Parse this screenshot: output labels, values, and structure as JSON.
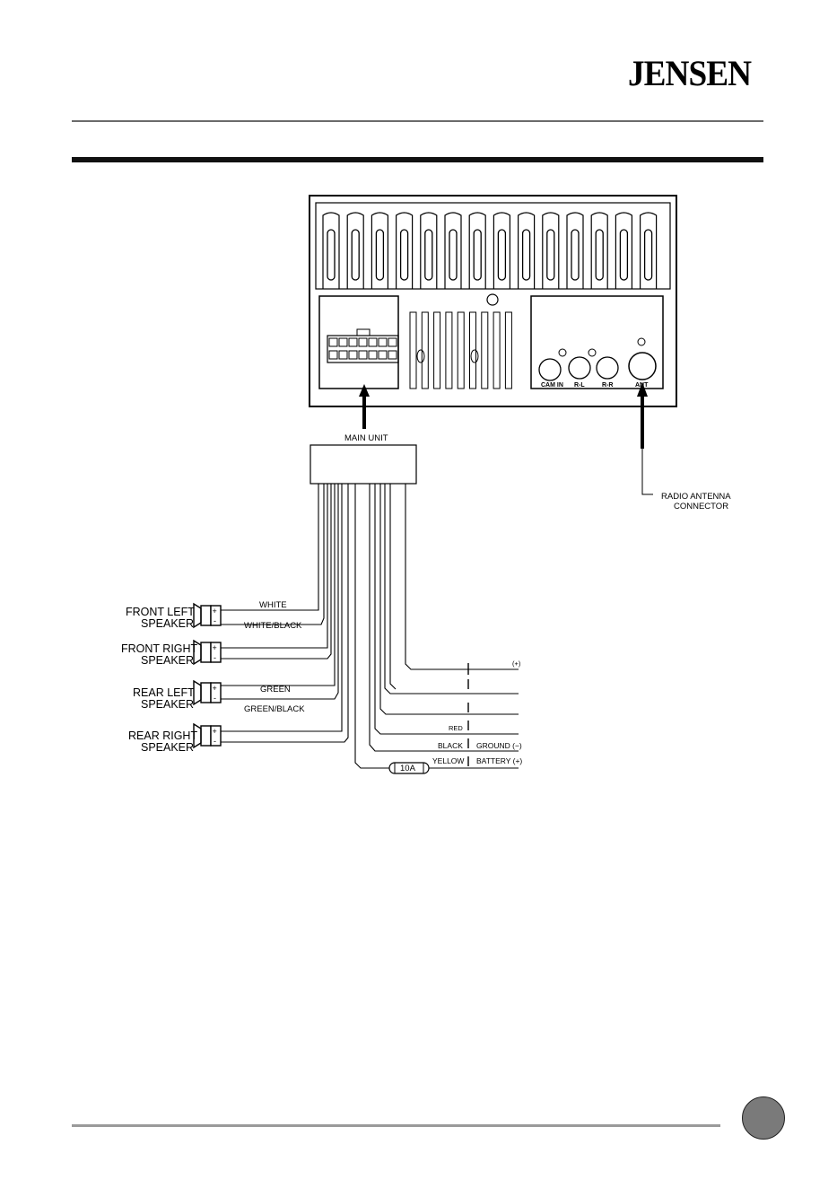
{
  "brand": "JENSEN",
  "diagram": {
    "main_unit_label": "MAIN UNIT",
    "antenna_label_line1": "RADIO ANTENNA",
    "antenna_label_line2": "CONNECTOR",
    "jacks": [
      "CAM IN",
      "R-L",
      "R-R",
      "ANT"
    ],
    "speakers": [
      {
        "line1": "FRONT LEFT",
        "line2": "SPEAKER",
        "wire_top": "WHITE",
        "wire_bottom": "WHITE/BLACK"
      },
      {
        "line1": "FRONT RIGHT",
        "line2": "SPEAKER",
        "wire_top": "",
        "wire_bottom": ""
      },
      {
        "line1": "REAR LEFT",
        "line2": "SPEAKER",
        "wire_top": "GREEN",
        "wire_bottom": "GREEN/BLACK"
      },
      {
        "line1": "REAR RIGHT",
        "line2": "SPEAKER",
        "wire_top": "",
        "wire_bottom": ""
      }
    ],
    "power_wires": [
      {
        "color": "",
        "function": "(+)"
      },
      {
        "color": "",
        "function": ""
      },
      {
        "color": "",
        "function": ""
      },
      {
        "color": "RED",
        "function": ""
      },
      {
        "color": "BLACK",
        "function": "GROUND (−)"
      },
      {
        "color": "YELLOW",
        "function": "BATTERY (+)"
      }
    ],
    "fuse_label": "10A",
    "polarity_plus": "+",
    "polarity_minus": "-"
  }
}
